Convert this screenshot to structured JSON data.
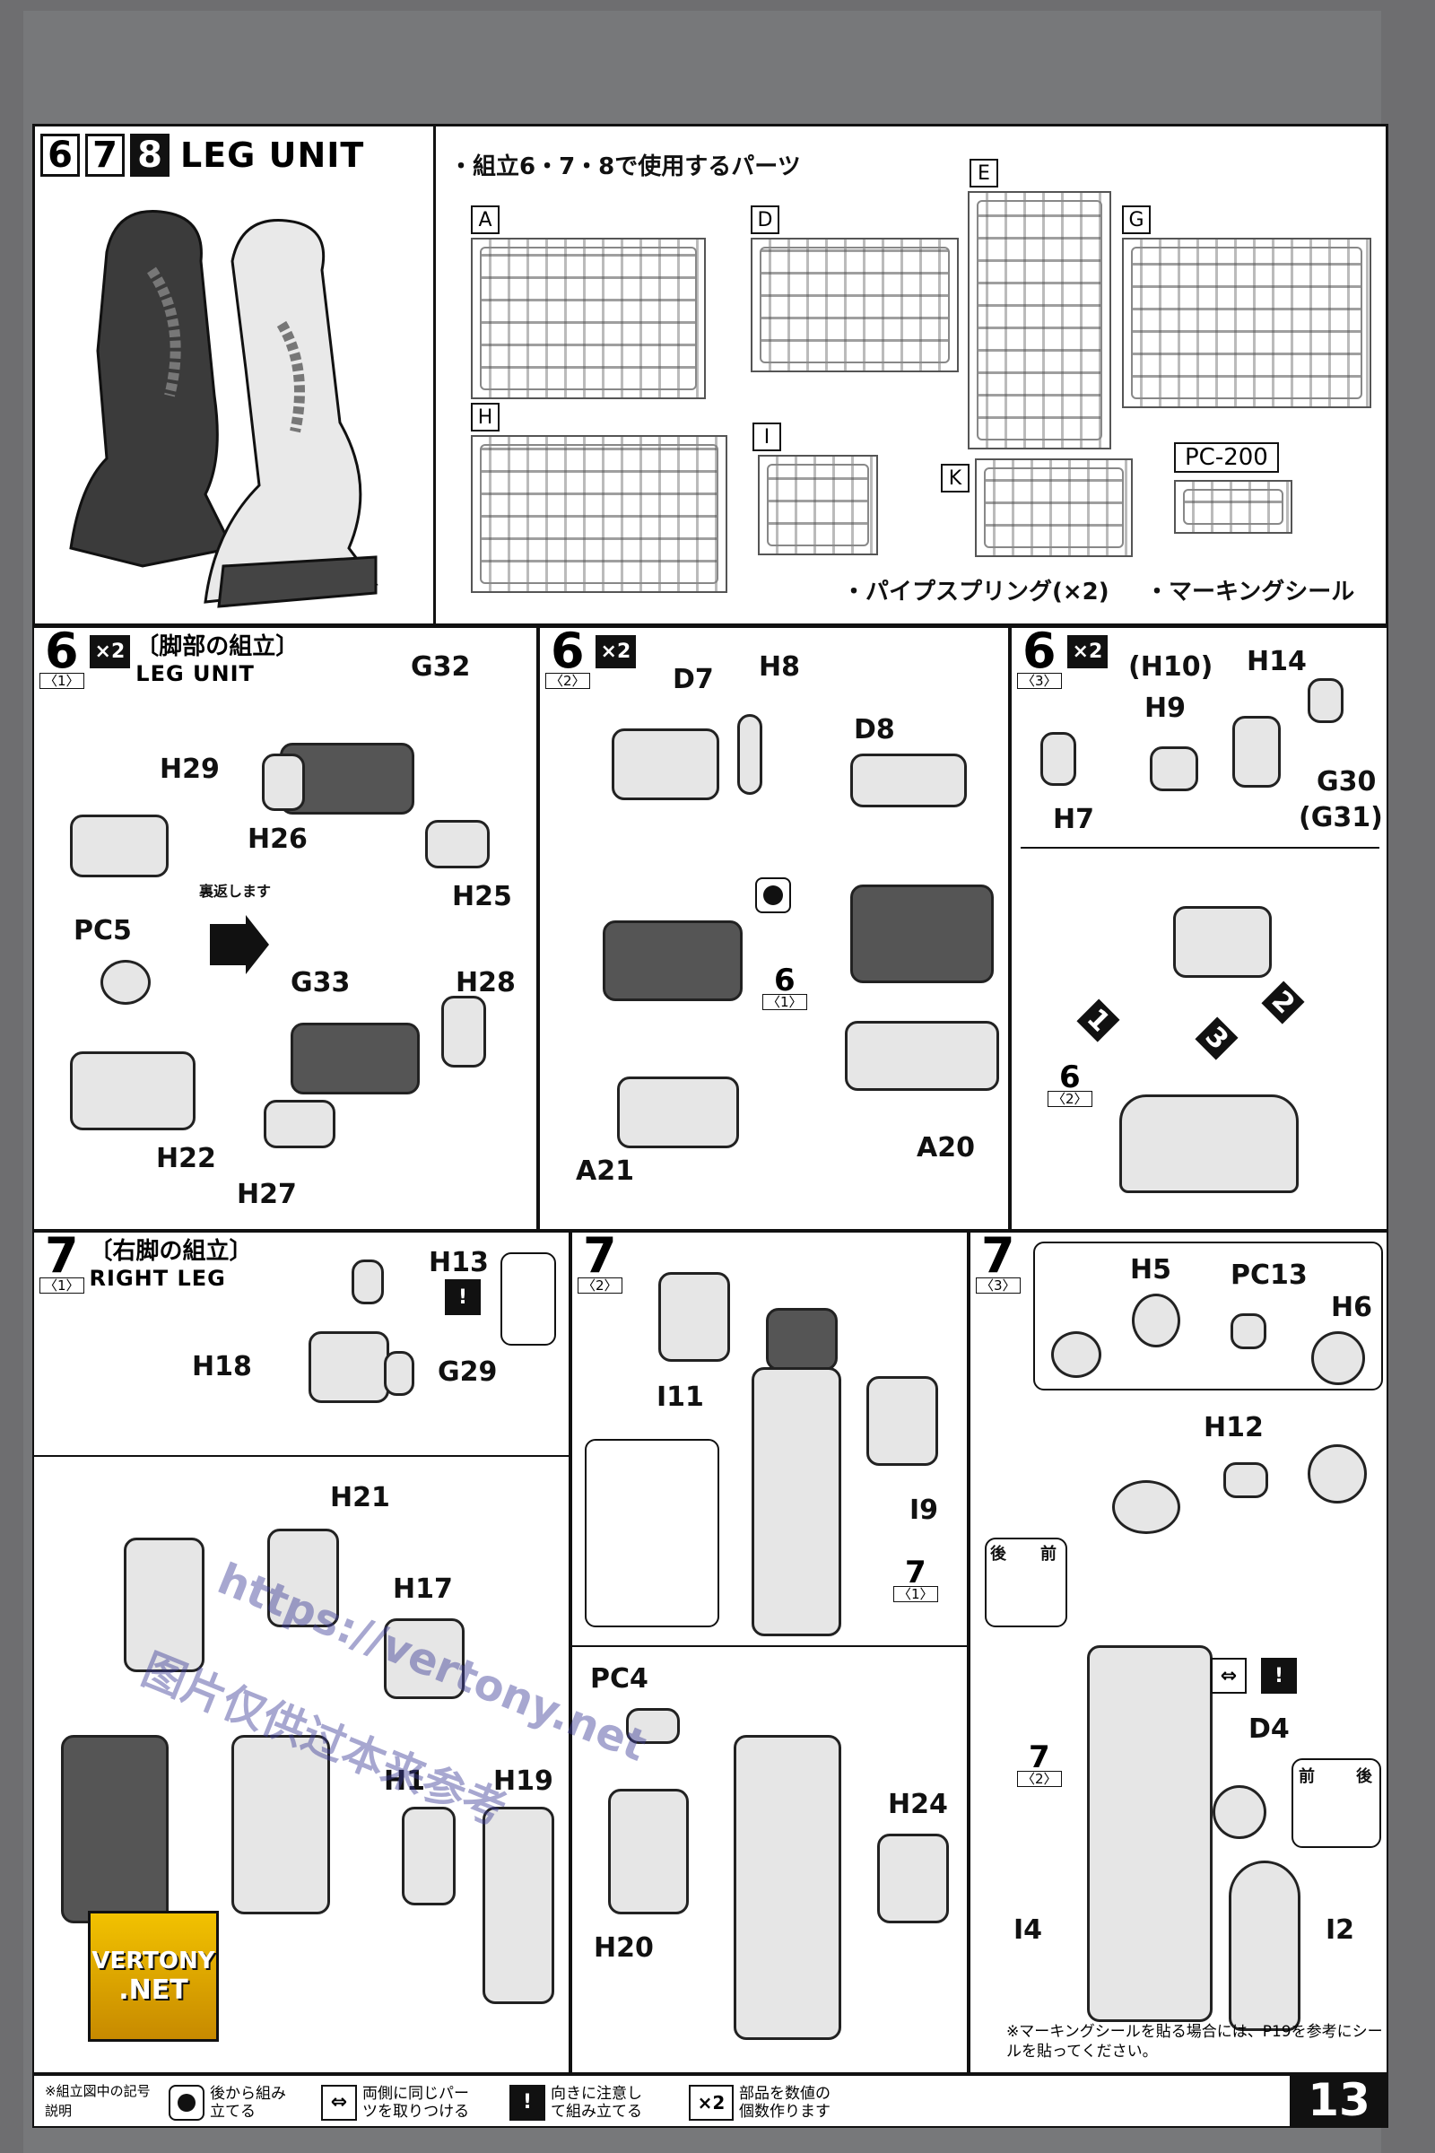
{
  "header": {
    "steps": [
      "6",
      "7",
      "8"
    ],
    "title": "LEG UNIT",
    "parts_used": "・組立6・7・8で使用するパーツ",
    "runners": [
      "A",
      "D",
      "E",
      "G",
      "H",
      "I",
      "K"
    ],
    "pc_label": "PC-200",
    "extra_1": "・パイプスプリング(×2)",
    "extra_2": "・マーキングシール"
  },
  "step6_1": {
    "num": "6",
    "sub": "〈1〉",
    "mult": "×2",
    "title_jp": "〔脚部の組立〕",
    "title_en": "LEG UNIT",
    "note": "裏返します",
    "parts": [
      "G32",
      "H29",
      "H26",
      "H25",
      "PC5",
      "G33",
      "H28",
      "H22",
      "H27"
    ]
  },
  "step6_2": {
    "num": "6",
    "sub": "〈2〉",
    "mult": "×2",
    "parts": [
      "D7",
      "H8",
      "D8",
      "A21",
      "A20"
    ],
    "ref": "6",
    "ref_sub": "〈1〉"
  },
  "step6_3": {
    "num": "6",
    "sub": "〈3〉",
    "mult": "×2",
    "parts": [
      "(H10)",
      "H9",
      "H14",
      "H7",
      "G30",
      "(G31)"
    ],
    "order": [
      "1",
      "3",
      "2"
    ],
    "ref": "6",
    "ref_sub": "〈2〉"
  },
  "step7_1": {
    "num": "7",
    "sub": "〈1〉",
    "title_jp": "〔右脚の組立〕",
    "title_en": "RIGHT LEG",
    "parts": [
      "H13",
      "H18",
      "G29",
      "H21",
      "H17",
      "H1",
      "H19"
    ]
  },
  "step7_2": {
    "num": "7",
    "sub": "〈2〉",
    "parts": [
      "I11",
      "I9",
      "PC4",
      "H24",
      "H20"
    ],
    "ref": "7",
    "ref_sub": "〈1〉"
  },
  "step7_3": {
    "num": "7",
    "sub": "〈3〉",
    "parts": [
      "H5",
      "PC13",
      "H6",
      "H12",
      "D4",
      "I4",
      "I2"
    ],
    "back": "後",
    "front": "前",
    "ref": "7",
    "ref_sub": "〈2〉",
    "note": "※マーキングシールを貼る場合には、P19を参考にシールを貼ってください。"
  },
  "legend": {
    "title": "※組立図中の記号説明",
    "item1": "後から組み立てる",
    "item2": "両側に同じパーツを取りつける",
    "item3": "向きに注意して組み立てる",
    "item4_icon": "×2",
    "item4": "部品を数値の個数作ります"
  },
  "page_number": "13",
  "watermark": {
    "url": "https://vertony.net",
    "text": "图片仅供过本来参考",
    "logo_1": "VERTONY",
    "logo_2": ".NET"
  }
}
